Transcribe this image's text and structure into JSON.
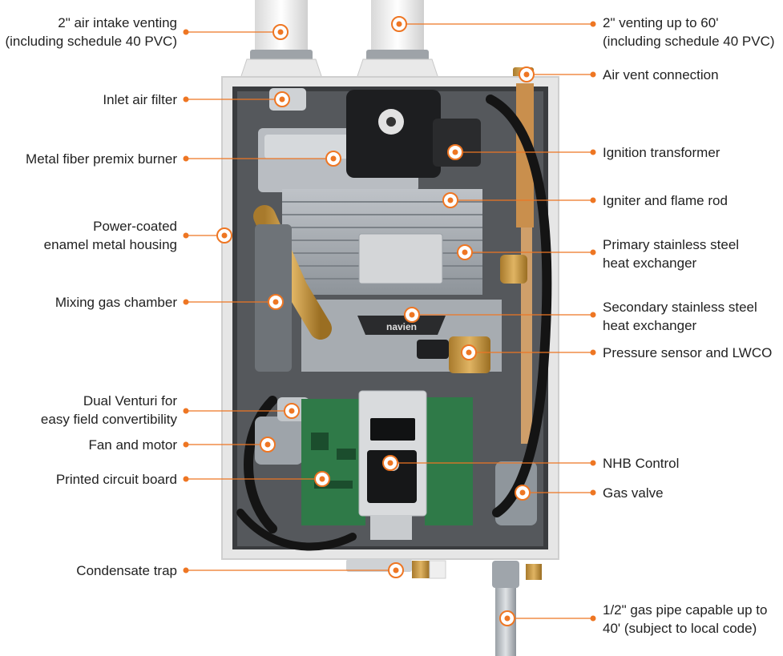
{
  "accent_color": "#ee7623",
  "brand_badge": "navien",
  "callouts": {
    "left": [
      {
        "id": "air-intake",
        "text": "2\" air intake venting\n(including schedule 40 PVC)"
      },
      {
        "id": "inlet-filter",
        "text": "Inlet air filter"
      },
      {
        "id": "burner",
        "text": "Metal fiber premix burner"
      },
      {
        "id": "housing",
        "text": "Power-coated\nenamel metal housing"
      },
      {
        "id": "mixing-chamber",
        "text": "Mixing gas chamber"
      },
      {
        "id": "dual-venturi",
        "text": "Dual Venturi for\neasy field convertibility"
      },
      {
        "id": "fan-motor",
        "text": "Fan and motor"
      },
      {
        "id": "pcb",
        "text": "Printed circuit board"
      },
      {
        "id": "condensate-trap",
        "text": "Condensate trap"
      }
    ],
    "right": [
      {
        "id": "venting",
        "text": "2\" venting up to 60'\n(including schedule 40 PVC)"
      },
      {
        "id": "air-vent",
        "text": "Air vent connection"
      },
      {
        "id": "ignition-transformer",
        "text": "Ignition transformer"
      },
      {
        "id": "igniter",
        "text": "Igniter and flame rod"
      },
      {
        "id": "primary-hx",
        "text": "Primary stainless steel\nheat exchanger"
      },
      {
        "id": "secondary-hx",
        "text": "Secondary stainless steel\nheat exchanger"
      },
      {
        "id": "pressure-sensor",
        "text": "Pressure sensor and LWCO"
      },
      {
        "id": "nhb-control",
        "text": "NHB Control"
      },
      {
        "id": "gas-valve",
        "text": "Gas valve"
      },
      {
        "id": "gas-pipe",
        "text": "1/2\" gas pipe capable up to\n40' (subject to local code)"
      }
    ]
  }
}
